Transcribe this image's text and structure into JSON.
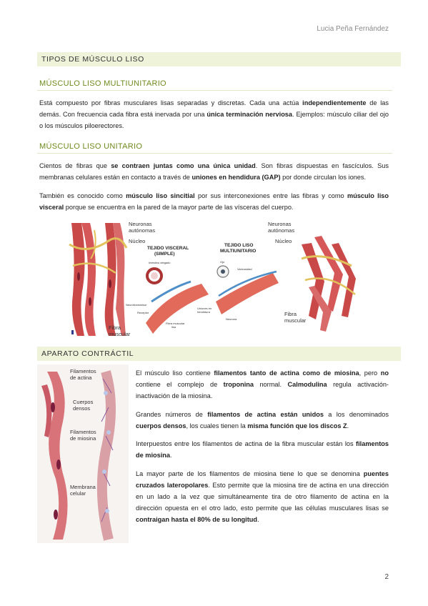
{
  "header": {
    "author": "Lucia Peña Fernández"
  },
  "sections": {
    "tipos": {
      "title": "TIPOS DE MÚSCULO LISO"
    },
    "multiunitario": {
      "title": "MÚSCULO LISO MULTIUNITARIO",
      "p1": [
        {
          "t": "Está compuesto por fibras musculares lisas separadas y discretas. Cada una actúa ",
          "b": false
        },
        {
          "t": "independientemente",
          "b": true
        },
        {
          "t": " de las demás. Con frecuencia cada fibra está inervada por una ",
          "b": false
        },
        {
          "t": "única terminación nerviosa",
          "b": true
        },
        {
          "t": ". Ejemplos: músculo ciliar del ojo o los músculos piloerectores.",
          "b": false
        }
      ]
    },
    "unitario": {
      "title": "MÚSCULO LISO UNITARIO",
      "p1": [
        {
          "t": " Cientos de fibras que ",
          "b": false
        },
        {
          "t": "se contraen juntas como una única unidad",
          "b": true
        },
        {
          "t": ". Son fibras dispuestas en fascículos. Sus membranas celulares están en contacto a través de ",
          "b": false
        },
        {
          "t": "uniones en hendidura (GAP)",
          "b": true
        },
        {
          "t": " por donde circulan los iones.",
          "b": false
        }
      ],
      "p2": [
        {
          "t": "También es conocido como ",
          "b": false
        },
        {
          "t": "músculo liso sincitial",
          "b": true
        },
        {
          "t": " por sus interconexiones entre las fibras y como ",
          "b": false
        },
        {
          "t": "músculo liso visceral",
          "b": true
        },
        {
          "t": " porque se encuentra en la pared de la mayor parte de las vísceras del cuerpo.",
          "b": false
        }
      ]
    },
    "aparato": {
      "title": "APARATO CONTRÁCTIL",
      "p1": [
        {
          "t": "El músculo liso contiene ",
          "b": false
        },
        {
          "t": "filamentos tanto de actina como de miosina",
          "b": true
        },
        {
          "t": ", pero ",
          "b": false
        },
        {
          "t": "no",
          "b": true
        },
        {
          "t": " contiene el complejo de ",
          "b": false
        },
        {
          "t": "troponina",
          "b": true
        },
        {
          "t": " normal. ",
          "b": false
        },
        {
          "t": "Calmodulina",
          "b": true
        },
        {
          "t": " regula activación-inactivación de la miosina.",
          "b": false
        }
      ],
      "p2": [
        {
          "t": "Grandes números de ",
          "b": false
        },
        {
          "t": "filamentos de actina están unidos",
          "b": true
        },
        {
          "t": " a los denominados ",
          "b": false
        },
        {
          "t": "cuerpos densos",
          "b": true
        },
        {
          "t": ", los cuales tienen la ",
          "b": false
        },
        {
          "t": "misma función que los discos Z",
          "b": true
        },
        {
          "t": ".",
          "b": false
        }
      ],
      "p3": [
        {
          "t": "Interpuestos entre los filamentos de actina de la fibra muscular están los ",
          "b": false
        },
        {
          "t": "filamentos de miosina",
          "b": true
        },
        {
          "t": ".",
          "b": false
        }
      ],
      "p4": [
        {
          "t": "La mayor parte de los filamentos de miosina tiene lo que se denomina ",
          "b": false
        },
        {
          "t": "puentes cruzados lateropolares",
          "b": true
        },
        {
          "t": ". Esto permite que la miosina tire de actina en una dirección en un lado a la vez que simultáneamente tira de otro filamento de actina en la dirección opuesta en el otro lado, esto permite que las células musculares lisas se ",
          "b": false
        },
        {
          "t": "contraigan hasta el 80% de su longitud",
          "b": true
        },
        {
          "t": ".",
          "b": false
        }
      ]
    }
  },
  "figure1": {
    "left": {
      "neuronas": "Neuronas",
      "autonomas": "autónomas",
      "nucleo": "Núcleo",
      "fibra": "Fibra",
      "muscular": "muscular"
    },
    "center": {
      "visceral_title_1": "TEJIDO VISCERAL",
      "visceral_title_2": "(SIMPLE)",
      "multi_title_1": "TEJIDO LISO",
      "multi_title_2": "MULTIUNITARIO",
      "intestino": "Intestino delgado",
      "ojo": "Ojo",
      "varicosidad": "Varicosidad",
      "neurotransmisor": "Neurotransmisor",
      "receptor": "Receptor",
      "uniones_1": "Uniones en",
      "uniones_2": "hendidura",
      "fibra_liso_1": "Fibra muscular",
      "fibra_liso_2": "lisa",
      "neurona": "Neurona"
    },
    "right": {
      "neuronas": "Neuronas",
      "autonomas": "autónomas",
      "nucleo": "Núcleo",
      "fibra": "Fibra",
      "muscular": "muscular"
    }
  },
  "figure2": {
    "filamentos_actina_1": "Filamentos",
    "filamentos_actina_2": "de actina",
    "cuerpos_1": "Cuerpos",
    "cuerpos_2": "densos",
    "filamentos_miosina_1": "Filamentos",
    "filamentos_miosina_2": "de miosina",
    "membrana_1": "Membrana",
    "membrana_2": "celular"
  },
  "footer": {
    "page": "2"
  }
}
